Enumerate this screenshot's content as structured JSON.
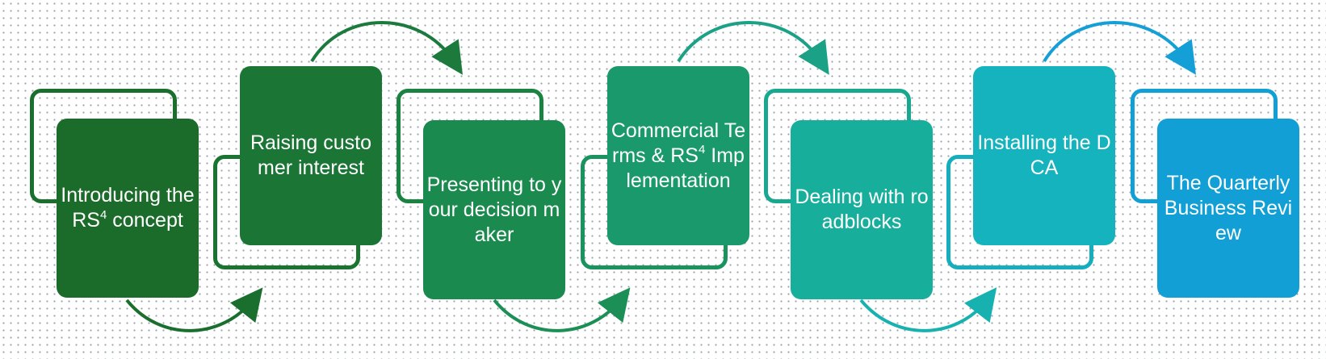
{
  "steps": [
    {
      "id": "step-1",
      "parts": [
        "Introducing the RS",
        "4",
        " concept"
      ],
      "color": "#1b6b2a"
    },
    {
      "id": "step-2",
      "parts": [
        "Raising customer interest"
      ],
      "color": "#1b7636"
    },
    {
      "id": "step-3",
      "parts": [
        "Presenting to your decision maker"
      ],
      "color": "#1b8a4e"
    },
    {
      "id": "step-4",
      "parts": [
        "Commercial Terms & RS",
        "4",
        " Implementation"
      ],
      "color": "#1a9a6c"
    },
    {
      "id": "step-5",
      "parts": [
        "Dealing with roadblocks"
      ],
      "color": "#17ae9c"
    },
    {
      "id": "step-6",
      "parts": [
        "Installing the DCA"
      ],
      "color": "#15b3bd"
    },
    {
      "id": "step-7",
      "parts": [
        "The Quarterly Business Review"
      ],
      "color": "#129fd6"
    }
  ],
  "colors": {
    "arc_1": "#1a6e2e",
    "arc_2": "#1b7a3c",
    "arc_3": "#1b8f55",
    "arc_4": "#1aa186",
    "arc_5": "#17b2b0",
    "arc_6": "#149fd6"
  }
}
